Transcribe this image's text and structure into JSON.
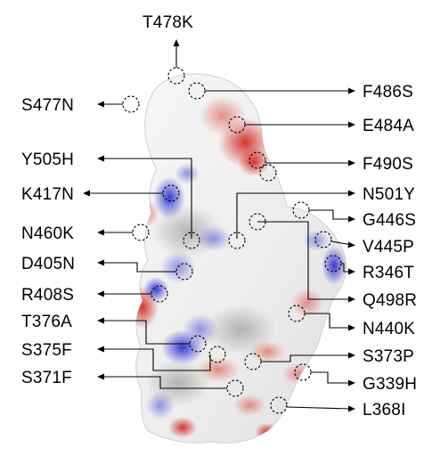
{
  "colors": {
    "negative_charge": "#d42a22",
    "positive_charge": "#2b31d1",
    "neutral_surface": "#f2f2f2"
  },
  "mutations": {
    "T478K": "T478K",
    "S477N": "S477N",
    "F486S": "F486S",
    "E484A": "E484A",
    "Y505H": "Y505H",
    "F490S": "F490S",
    "K417N": "K417N",
    "N501Y": "N501Y",
    "N460K": "N460K",
    "G446S": "G446S",
    "V445P": "V445P",
    "D405N": "D405N",
    "R346T": "R346T",
    "R408S": "R408S",
    "Q498R": "Q498R",
    "T376A": "T376A",
    "N440K": "N440K",
    "S375F": "S375F",
    "S373P": "S373P",
    "S371F": "S371F",
    "G339H": "G339H",
    "L368I": "L368I"
  }
}
